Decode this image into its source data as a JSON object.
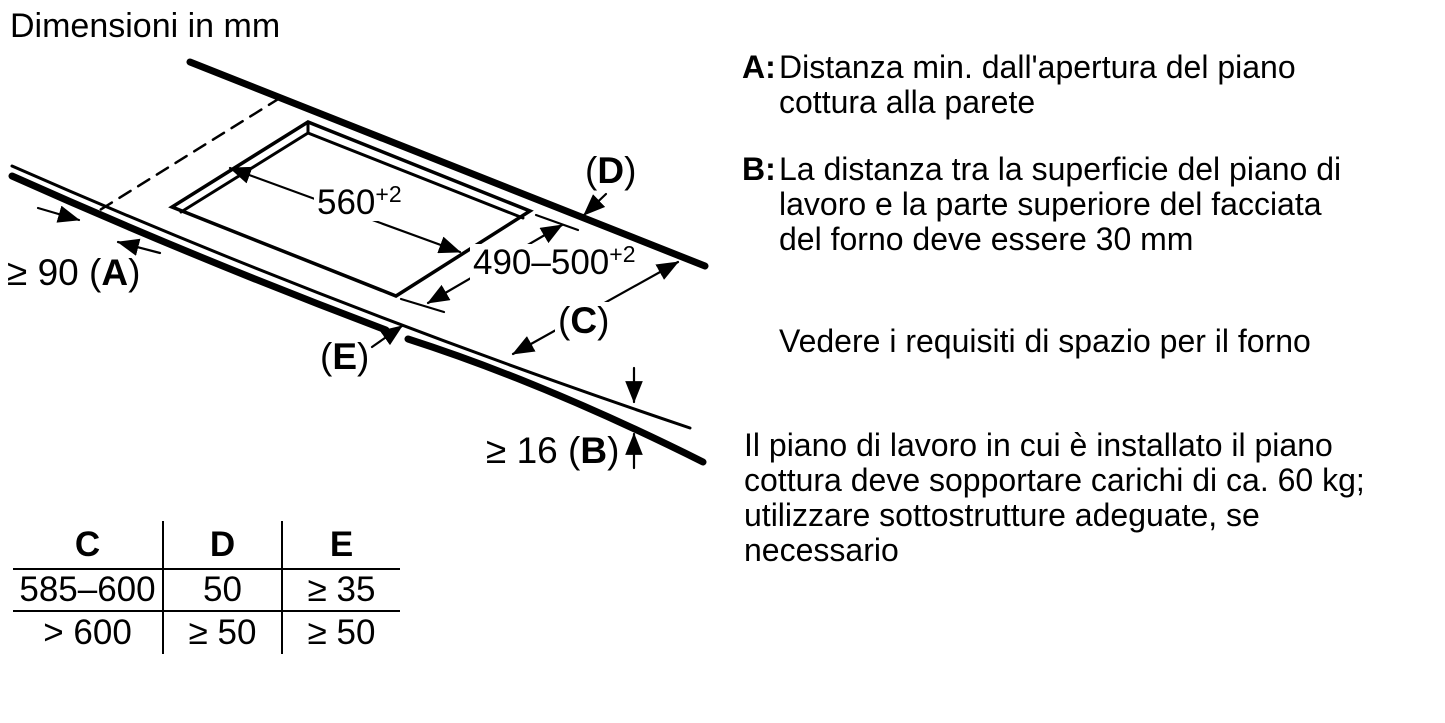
{
  "title": "Dimensioni in mm",
  "units": "mm",
  "diagram": {
    "dim_width": {
      "value": "560",
      "sup": "+2"
    },
    "dim_depth": {
      "value": "490–500",
      "sup": "+2"
    },
    "label_a": {
      "prefix": "≥ 90 (",
      "letter": "A",
      "suffix": ")"
    },
    "label_b": {
      "prefix": "≥ 16 (",
      "letter": "B",
      "suffix": ")"
    },
    "label_c": {
      "prefix": "(",
      "letter": "C",
      "suffix": ")"
    },
    "label_d": {
      "prefix": "(",
      "letter": "D",
      "suffix": ")"
    },
    "label_e": {
      "prefix": "(",
      "letter": "E",
      "suffix": ")"
    },
    "ink_color": "#000000",
    "background_color": "#ffffff"
  },
  "table": {
    "headers": [
      "C",
      "D",
      "E"
    ],
    "rows": [
      [
        "585–600",
        "50",
        "≥ 35"
      ],
      [
        "> 600",
        "≥ 50",
        "≥ 50"
      ]
    ]
  },
  "notes": {
    "a_label": "A:",
    "a_text": "Distanza min. dall'apertura del piano\ncottura alla parete",
    "b_label": "B:",
    "b_text": "La distanza tra la superficie del piano di\nlavoro e la parte superiore del facciata\ndel forno deve essere 30 mm",
    "see_note": "Vedere i requisiti di spazio per il forno",
    "load_note": "Il piano di lavoro in cui è installato il piano\ncottura deve sopportare carichi di ca. 60 kg;\nutilizzare sottostrutture adeguate, se\nnecessario"
  }
}
